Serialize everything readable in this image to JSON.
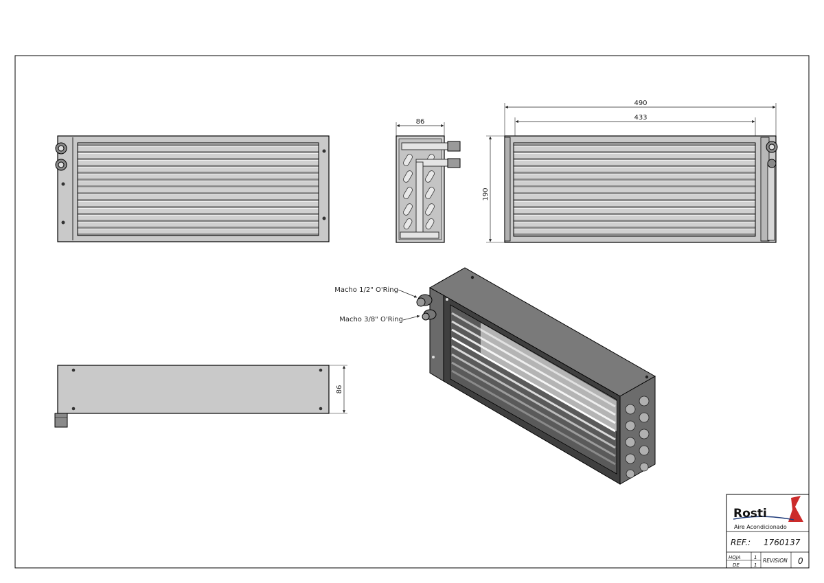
{
  "dimensions": {
    "overall_width": "490",
    "coil_width": "433",
    "height": "190",
    "depth_side": "86",
    "depth_bottom": "86"
  },
  "callouts": {
    "connection_1": "Macho 1/2\" O'Ring",
    "connection_2": "Macho 3/8\" O'Ring"
  },
  "title_block": {
    "logo_text": "Rosti",
    "logo_subtitle": "Aire Acondicionado",
    "ref_label": "REF.:",
    "ref_value": "1760137",
    "hoja_label": "HOJA",
    "hoja_value": "1",
    "de_label": "DE",
    "de_value": "1",
    "revision_label": "REVISION",
    "revision_value": "0"
  },
  "colors": {
    "frame": "#000000",
    "plate": "#c8c8c8",
    "fin": "#b4b4b4",
    "dark_metal": "#555555",
    "brand_blue": "#1f3b7a",
    "brand_red": "#cc2b2b"
  }
}
